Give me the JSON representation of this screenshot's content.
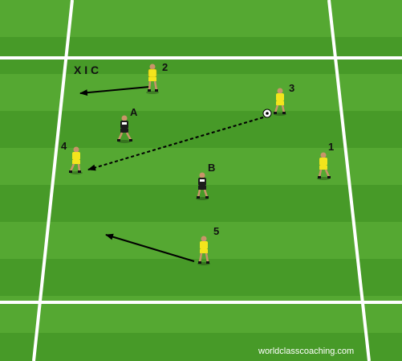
{
  "diagram": {
    "colors": {
      "grass_light": "#55a832",
      "grass_dark": "#479a28",
      "line": "#ffffff",
      "attacker_shirt": "#f3e51c",
      "defender_shirt": "#1c1c1c",
      "arrow": "#000000"
    },
    "title_label": "X I C",
    "watermark": "worldclasscoaching.com",
    "players": {
      "p1": {
        "label": "1",
        "team": "attacker"
      },
      "p2": {
        "label": "2",
        "team": "attacker"
      },
      "p3": {
        "label": "3",
        "team": "attacker",
        "has_ball": true
      },
      "p4": {
        "label": "4",
        "team": "attacker"
      },
      "p5": {
        "label": "5",
        "team": "attacker"
      },
      "dA": {
        "label": "A",
        "team": "defender"
      },
      "dB": {
        "label": "B",
        "team": "defender"
      }
    },
    "arrows": [
      {
        "from": "p3",
        "to": "p4",
        "style": "dashed",
        "meaning": "pass"
      },
      {
        "from": "p2",
        "style": "solid",
        "meaning": "run"
      },
      {
        "from": "p5",
        "style": "solid",
        "meaning": "run"
      }
    ]
  }
}
